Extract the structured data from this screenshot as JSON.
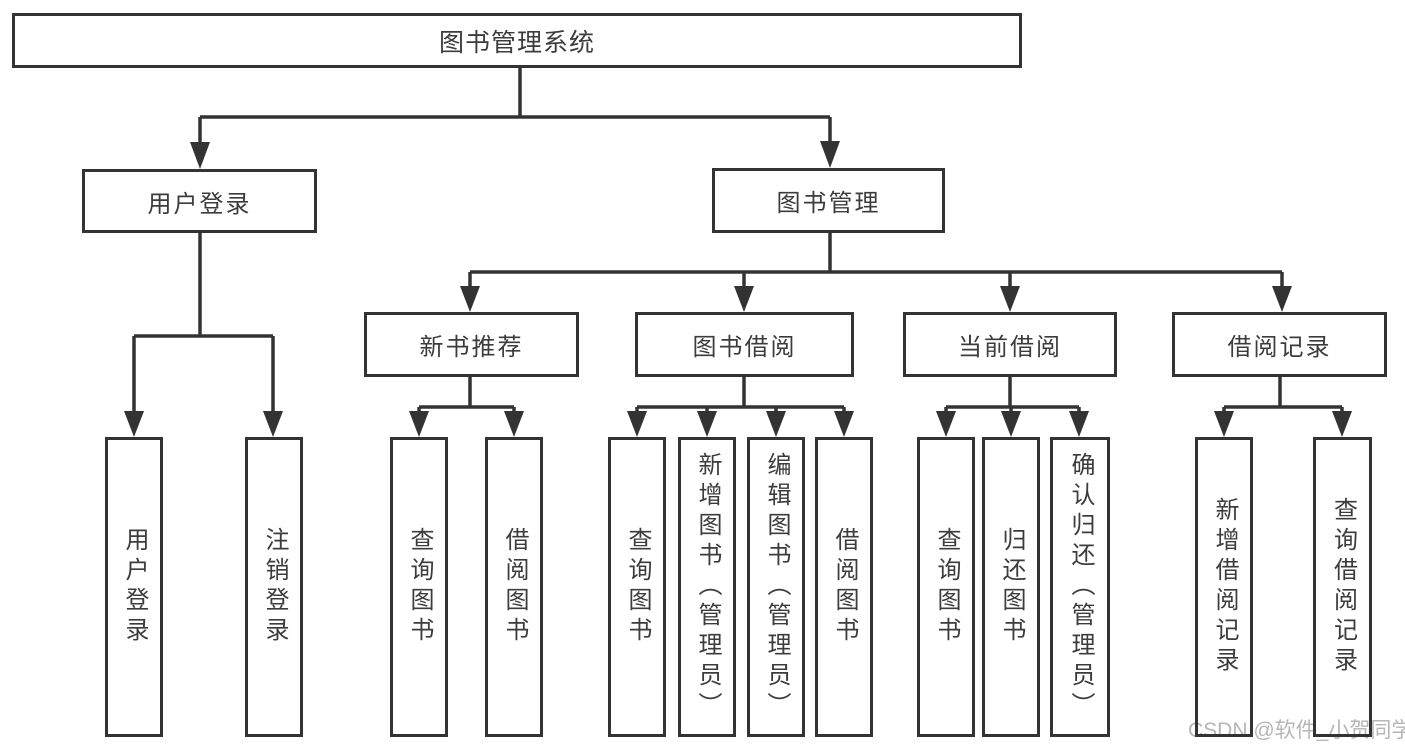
{
  "colors": {
    "line": "#333333",
    "box_border": "#333333",
    "text": "#3c3c3c",
    "watermark": "#b6b6b6",
    "background": "#ffffff"
  },
  "tree": {
    "root": {
      "label": "图书管理系统",
      "children": [
        {
          "label": "用户登录",
          "children": [
            {
              "label": "用户登录"
            },
            {
              "label": "注销登录"
            }
          ]
        },
        {
          "label": "图书管理",
          "children": [
            {
              "label": "新书推荐",
              "children": [
                {
                  "label": "查询图书"
                },
                {
                  "label": "借阅图书"
                }
              ]
            },
            {
              "label": "图书借阅",
              "children": [
                {
                  "label": "查询图书"
                },
                {
                  "label": "新增图书（管理员）"
                },
                {
                  "label": "编辑图书（管理员）"
                },
                {
                  "label": "借阅图书"
                }
              ]
            },
            {
              "label": "当前借阅",
              "children": [
                {
                  "label": "查询图书"
                },
                {
                  "label": "归还图书"
                },
                {
                  "label": "确认归还（管理员）"
                }
              ]
            },
            {
              "label": "借阅记录",
              "children": [
                {
                  "label": "新增借阅记录"
                },
                {
                  "label": "查询借阅记录"
                }
              ]
            }
          ]
        }
      ]
    }
  },
  "watermark": {
    "text": "CSDN @软件_小贺同学"
  }
}
